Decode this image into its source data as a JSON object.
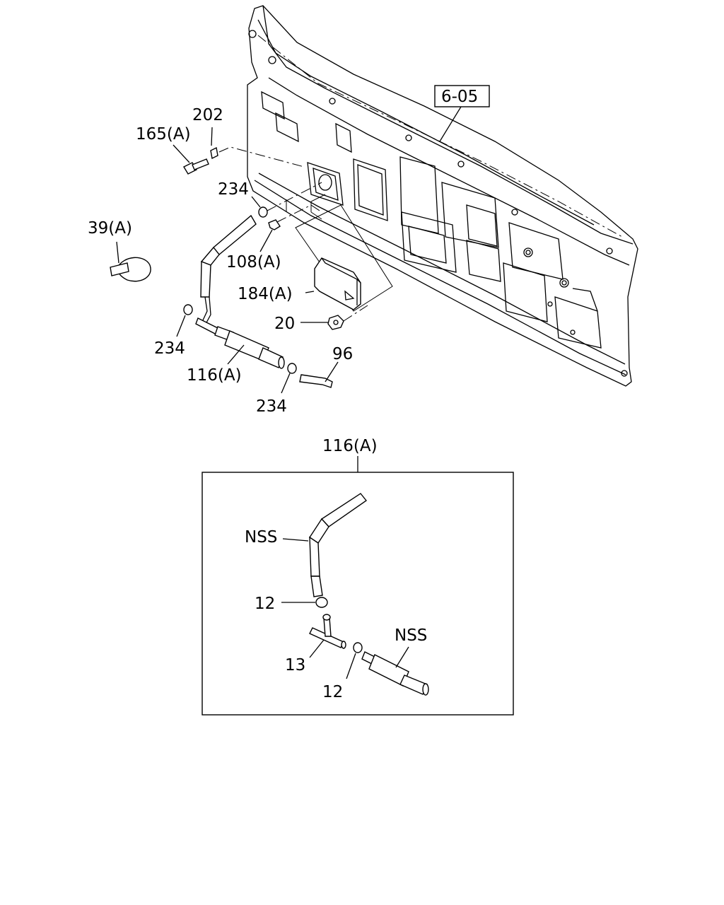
{
  "callouts": {
    "ref_box": "6-05",
    "c202": "202",
    "c165a": "165(A)",
    "c234_top": "234",
    "c39a": "39(A)",
    "c108a": "108(A)",
    "c184a": "184(A)",
    "c20": "20",
    "c234_left": "234",
    "c116a_top": "116(A)",
    "c96": "96",
    "c234_bottom": "234"
  },
  "detail": {
    "title": "116(A)",
    "nss_hose": "NSS",
    "c12_top": "12",
    "c13": "13",
    "c12_bottom": "12",
    "nss_pipe": "NSS"
  }
}
